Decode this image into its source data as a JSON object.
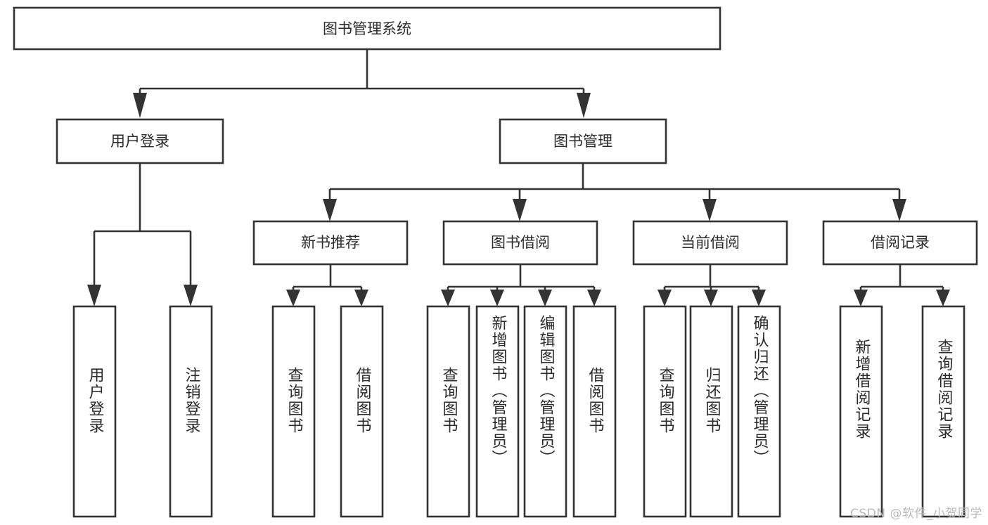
{
  "diagram": {
    "title": "图书管理系统",
    "type": "tree-hierarchy",
    "orientation": "top-down",
    "root": {
      "id": "root",
      "label": "图书管理系统"
    },
    "level2": [
      {
        "id": "user-login",
        "label": "用户登录"
      },
      {
        "id": "book-manage",
        "label": "图书管理"
      }
    ],
    "level3": [
      {
        "id": "new-book-rec",
        "label": "新书推荐",
        "parent": "book-manage"
      },
      {
        "id": "book-borrow",
        "label": "图书借阅",
        "parent": "book-manage"
      },
      {
        "id": "current-borrow",
        "label": "当前借阅",
        "parent": "book-manage"
      },
      {
        "id": "borrow-record",
        "label": "借阅记录",
        "parent": "book-manage"
      }
    ],
    "leaves": [
      {
        "id": "leaf-user-login",
        "label": "用户登录",
        "parent": "user-login"
      },
      {
        "id": "leaf-logout-login",
        "label": "注销登录",
        "parent": "user-login"
      },
      {
        "id": "leaf-query-book-1",
        "label": "查询图书",
        "parent": "new-book-rec"
      },
      {
        "id": "leaf-borrow-book-1",
        "label": "借阅图书",
        "parent": "new-book-rec"
      },
      {
        "id": "leaf-query-book-2",
        "label": "查询图书",
        "parent": "book-borrow"
      },
      {
        "id": "leaf-add-book",
        "label": "新增图书（管理员）",
        "parent": "book-borrow"
      },
      {
        "id": "leaf-edit-book",
        "label": "编辑图书（管理员）",
        "parent": "book-borrow"
      },
      {
        "id": "leaf-borrow-book-2",
        "label": "借阅图书",
        "parent": "book-borrow"
      },
      {
        "id": "leaf-query-book-3",
        "label": "查询图书",
        "parent": "current-borrow"
      },
      {
        "id": "leaf-return-book",
        "label": "归还图书",
        "parent": "current-borrow"
      },
      {
        "id": "leaf-confirm-return",
        "label": "确认归还（管理员）",
        "parent": "current-borrow"
      },
      {
        "id": "leaf-add-record",
        "label": "新增借阅记录",
        "parent": "borrow-record"
      },
      {
        "id": "leaf-query-record",
        "label": "查询借阅记录",
        "parent": "borrow-record"
      }
    ],
    "colors": {
      "stroke": "#333333",
      "fill": "#ffffff",
      "text": "#2b2b2b",
      "watermark": "#b9b9b9",
      "background": "#ffffff"
    }
  },
  "watermark": {
    "text": "CSDN @软件_小贺同学"
  }
}
